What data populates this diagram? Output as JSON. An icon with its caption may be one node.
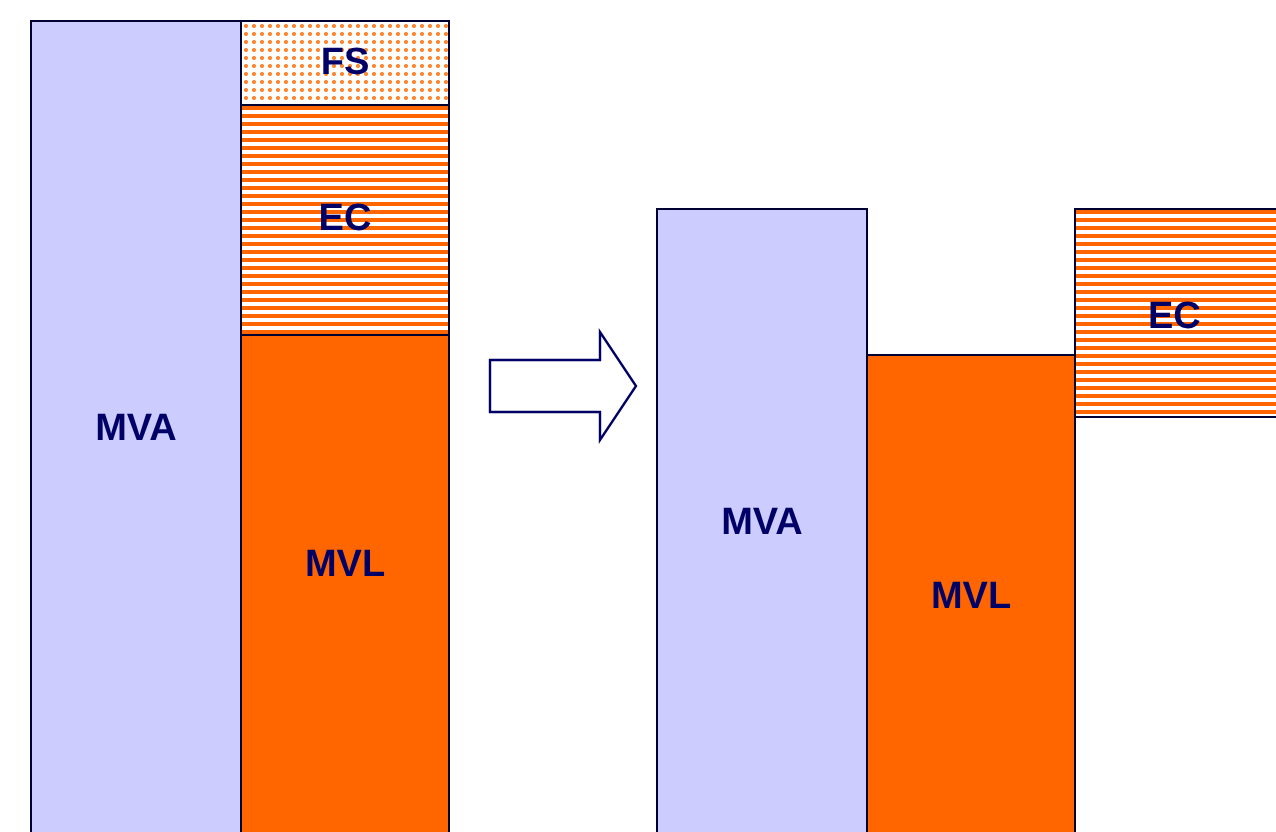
{
  "diagram": {
    "nodes": [
      {
        "text": [
          "MVA"
        ]
      },
      {
        "text": [
          "FS"
        ]
      },
      {
        "text": [
          "EC"
        ]
      },
      {
        "text": [
          "MVL"
        ]
      },
      {
        "text": [
          "MVA"
        ]
      },
      {
        "text": [
          "MVL"
        ]
      },
      {
        "text": [
          "EC"
        ]
      }
    ],
    "edges": [
      {
        "from": 3,
        "to": 4,
        "arrow": "to"
      }
    ]
  }
}
